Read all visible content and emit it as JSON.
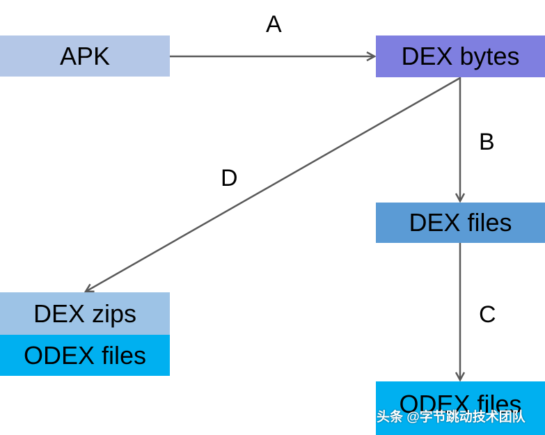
{
  "nodes": {
    "apk": {
      "label": "APK",
      "color": "#B4C7E7"
    },
    "dex_bytes": {
      "label": "DEX bytes",
      "color": "#7F7FE0"
    },
    "dex_files": {
      "label": "DEX files",
      "color": "#5B9BD5"
    },
    "dex_zips": {
      "label": "DEX zips",
      "color": "#9DC3E6"
    },
    "odex_files_left": {
      "label": "ODEX files",
      "color": "#00B0F0"
    },
    "odex_files_right": {
      "label": "ODEX files",
      "color": "#00B0F0"
    }
  },
  "edges": {
    "a": {
      "label": "A",
      "from": "APK",
      "to": "DEX bytes"
    },
    "b": {
      "label": "B",
      "from": "DEX bytes",
      "to": "DEX files"
    },
    "c": {
      "label": "C",
      "from": "DEX files",
      "to": "ODEX files"
    },
    "d": {
      "label": "D",
      "from": "DEX bytes",
      "to": "DEX zips"
    }
  },
  "watermark": "头条 @字节跳动技术团队",
  "edge_color": "#595959"
}
